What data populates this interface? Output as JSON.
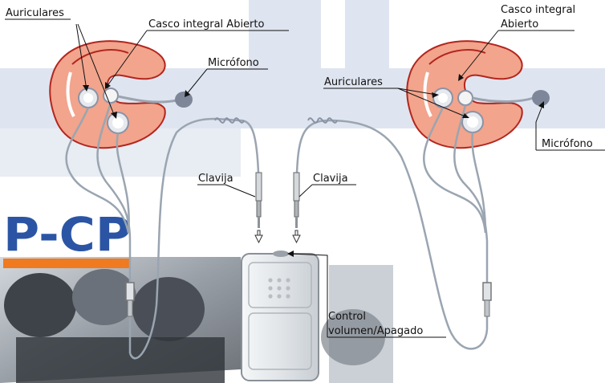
{
  "labels": {
    "auriculares_left": "Auriculares",
    "casco_left": "Casco integral Abierto",
    "microfono_left": "Micrófono",
    "casco_right_line1": "Casco integral",
    "casco_right_line2": "Abierto",
    "auriculares_right": "Auriculares",
    "microfono_right": "Micrófono",
    "clavija_left": "Clavija",
    "clavija_right": "Clavija",
    "control_line1": "Control",
    "control_line2": "volumen/Apagado"
  },
  "logo": {
    "text": "P-CP"
  },
  "colors": {
    "helmet_fill": "#f2a48c",
    "helmet_stroke": "#b3261e",
    "band": "#dde3ef",
    "cable": "#9aa5b1",
    "mic": "#8a93a6",
    "logo_blue": "#2b55a4",
    "logo_orange": "#f07a1f",
    "device_body": "#e9ecef"
  }
}
